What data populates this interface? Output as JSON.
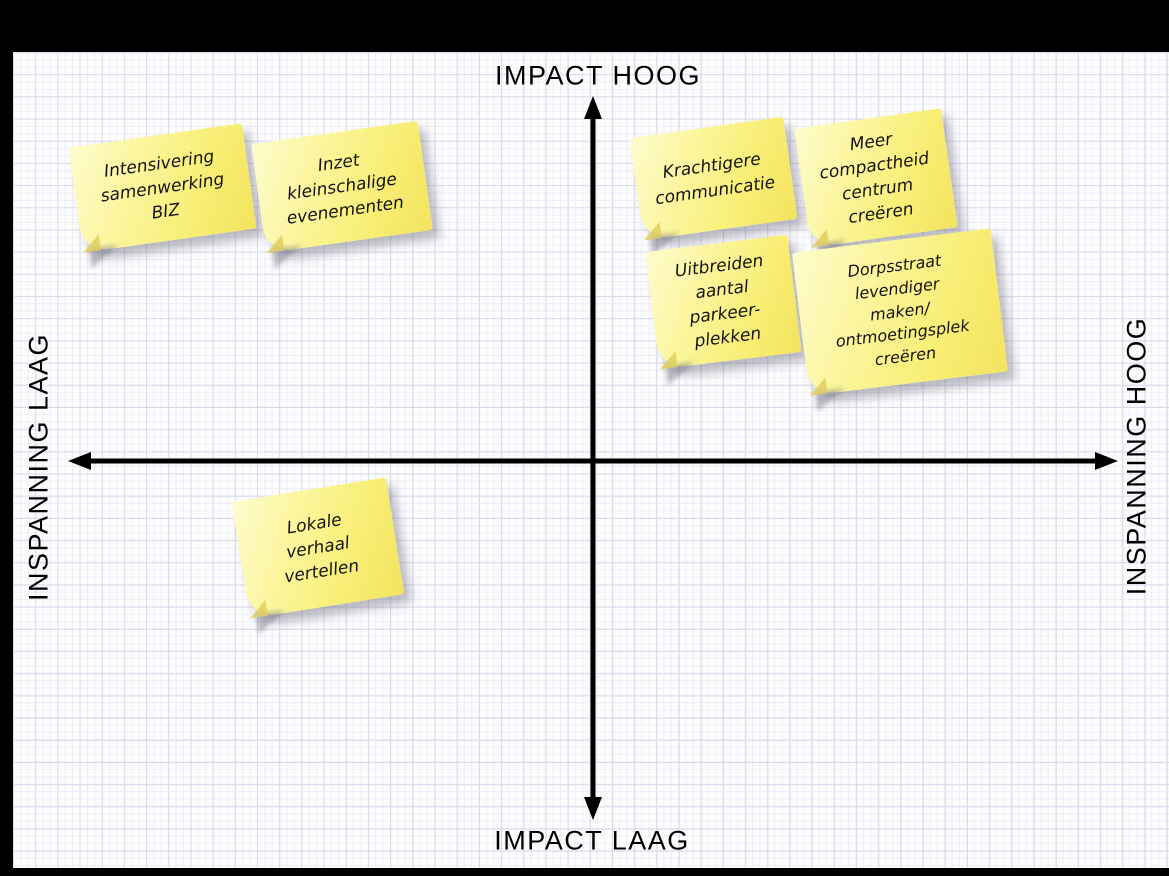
{
  "diagram": {
    "type": "impact-effort-quadrant-matrix",
    "language": "nl",
    "colors": {
      "background": "#000000",
      "paper": "#fdfdfe",
      "grid_major": "#d6daea",
      "grid_minor": "#ededf5",
      "axis": "#000000",
      "note_fill_light": "#fefcce",
      "note_fill_dark": "#f3e35f",
      "note_text": "#141414"
    }
  },
  "axes": {
    "top_label": "IMPACT HOOG",
    "bottom_label": "IMPACT LAAG",
    "left_label": "INSPANNING LAAG",
    "right_label": "INSPANNING HOOG"
  },
  "notes": [
    {
      "text": "Intensivering\nsamenwerking\nBIZ",
      "quadrant": "impact hoog / inspanning laag"
    },
    {
      "text": "Inzet\nkleinschalige\nevenementen",
      "quadrant": "impact hoog / inspanning laag"
    },
    {
      "text": "Krachtigere\ncommunicatie",
      "quadrant": "impact hoog / inspanning hoog"
    },
    {
      "text": "Meer\ncompactheid\ncentrum\ncreëren",
      "quadrant": "impact hoog / inspanning hoog"
    },
    {
      "text": "Uitbreiden\naantal\nparkeer-\nplekken",
      "quadrant": "impact hoog / inspanning hoog"
    },
    {
      "text": "Dorpsstraat\nlevendiger\nmaken/\nontmoetingsplek\ncreëren",
      "quadrant": "impact hoog / inspanning hoog"
    },
    {
      "text": "Lokale\nverhaal\nvertellen",
      "quadrant": "impact laag / inspanning laag"
    }
  ]
}
